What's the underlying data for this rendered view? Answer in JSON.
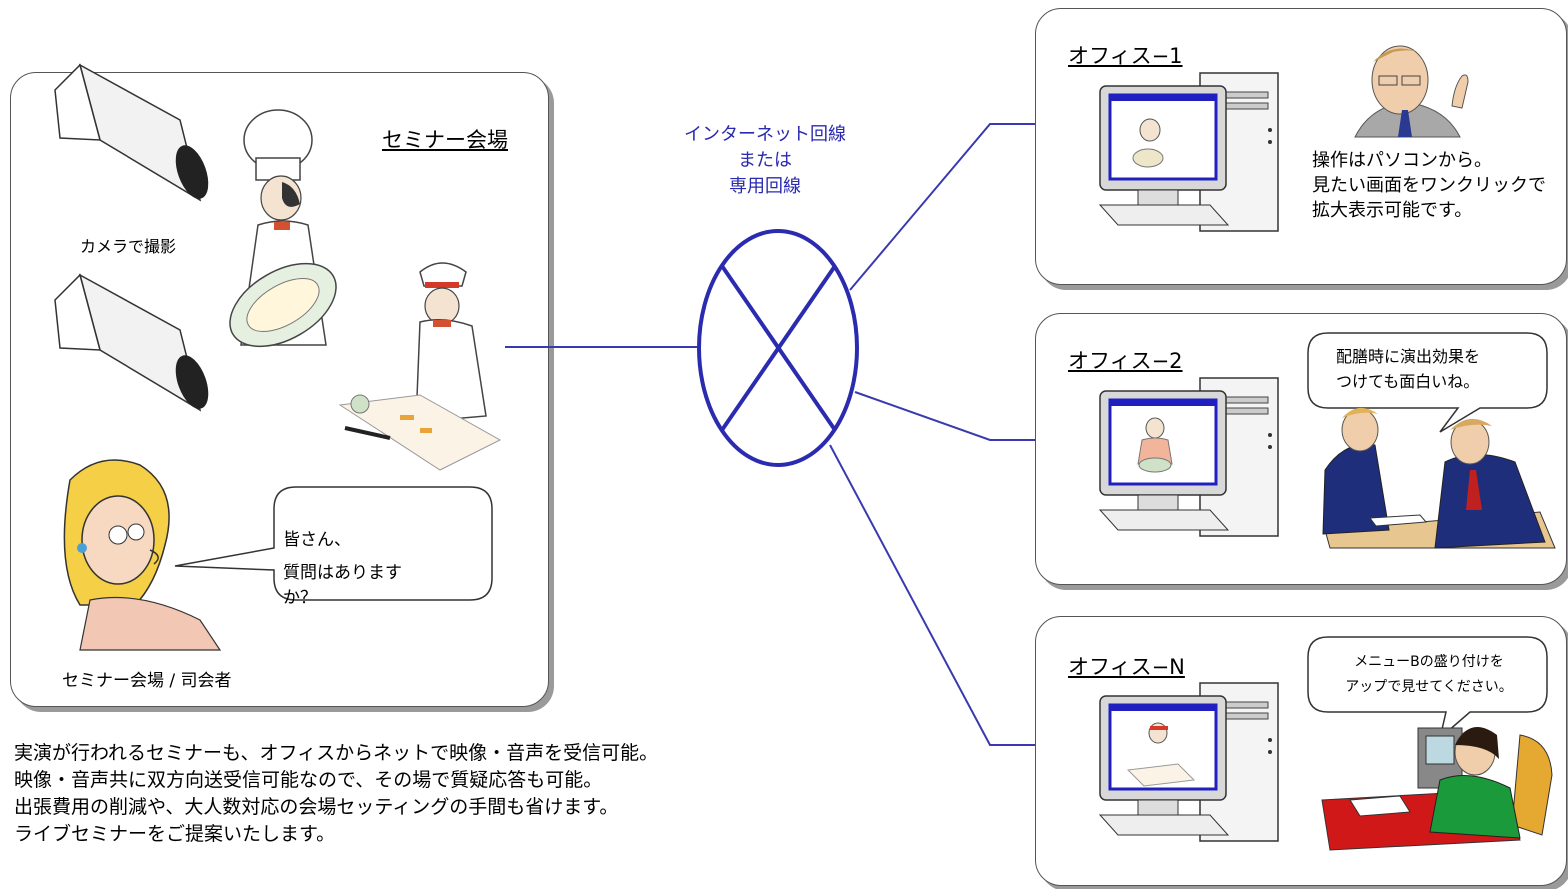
{
  "venue": {
    "title": "セミナー会場",
    "camera_caption": "カメラで撮影",
    "host_caption": "セミナー会場 / 司会者",
    "host_bubble": [
      "皆さん、",
      "質問はありますか？"
    ]
  },
  "network": {
    "label": [
      "インターネット回線",
      "または",
      "専用回線"
    ]
  },
  "offices": [
    {
      "title": "オフィス−1",
      "caption": [
        "操作はパソコンから。",
        "見たい画面をワンクリックで",
        "拡大表示可能です。"
      ]
    },
    {
      "title": "オフィス−2",
      "bubble": [
        "配膳時に演出効果を",
        "つけても面白いね。"
      ]
    },
    {
      "title": "オフィス−N",
      "bubble": [
        "メニューBの盛り付けを",
        "アップで見せてください。"
      ]
    }
  ],
  "description": [
    "実演が行われるセミナーも、オフィスからネットで映像・音声を受信可能。",
    "映像・音声共に双方向送受信可能なので、その場で質疑応答も可能。",
    "出張費用の削減や、大人数対応の会場セッティングの手間も省けます。",
    "ライブセミナーをご提案いたします。"
  ],
  "colors": {
    "line": "#3a3ab0",
    "panel_border": "#555555",
    "panel_shadow": "#9a9a9a",
    "network_text": "#2a2ab0"
  }
}
